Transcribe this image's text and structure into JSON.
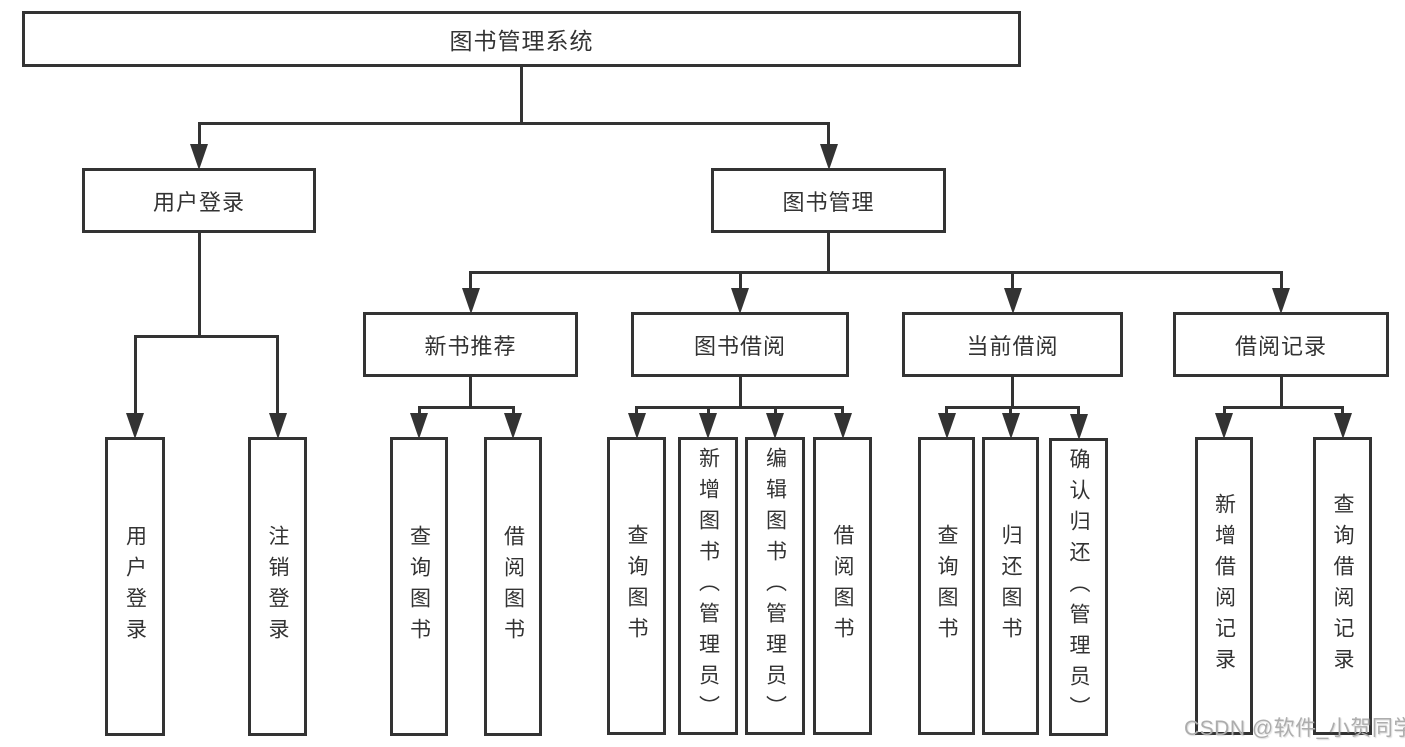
{
  "diagram": {
    "title": "图书管理系统",
    "watermark": "CSDN @软件_小贺同学",
    "colors": {
      "background": "#ffffff",
      "box_fill": "#ffffff",
      "box_border": "#333333",
      "line": "#333333",
      "text": "#333333",
      "watermark": "#adadad"
    },
    "nodes": [
      {
        "id": "root",
        "label": "图书管理系统",
        "shape": "wide",
        "parent": null
      },
      {
        "id": "user-login",
        "label": "用户登录",
        "shape": "wide",
        "parent": "root"
      },
      {
        "id": "book-mgmt",
        "label": "图书管理",
        "shape": "wide",
        "parent": "root"
      },
      {
        "id": "user-login-action",
        "label": "用户登录",
        "shape": "tall",
        "parent": "user-login"
      },
      {
        "id": "logout-action",
        "label": "注销登录",
        "shape": "tall",
        "parent": "user-login"
      },
      {
        "id": "new-book-rec",
        "label": "新书推荐",
        "shape": "wide",
        "parent": "book-mgmt"
      },
      {
        "id": "book-borrow",
        "label": "图书借阅",
        "shape": "wide",
        "parent": "book-mgmt"
      },
      {
        "id": "current-borrow",
        "label": "当前借阅",
        "shape": "wide",
        "parent": "book-mgmt"
      },
      {
        "id": "borrow-records",
        "label": "借阅记录",
        "shape": "wide",
        "parent": "book-mgmt"
      },
      {
        "id": "nbr-query-books",
        "label": "查询图书",
        "shape": "tall",
        "parent": "new-book-rec"
      },
      {
        "id": "nbr-borrow-books",
        "label": "借阅图书",
        "shape": "tall",
        "parent": "new-book-rec"
      },
      {
        "id": "bb-query-books",
        "label": "查询图书",
        "shape": "tall",
        "parent": "book-borrow"
      },
      {
        "id": "bb-add-books",
        "label": "新增图书（管理员）",
        "shape": "tall",
        "parent": "book-borrow"
      },
      {
        "id": "bb-edit-books",
        "label": "编辑图书（管理员）",
        "shape": "tall",
        "parent": "book-borrow"
      },
      {
        "id": "bb-borrow-books",
        "label": "借阅图书",
        "shape": "tall",
        "parent": "book-borrow"
      },
      {
        "id": "cb-query-books",
        "label": "查询图书",
        "shape": "tall",
        "parent": "current-borrow"
      },
      {
        "id": "cb-return-books",
        "label": "归还图书",
        "shape": "tall",
        "parent": "current-borrow"
      },
      {
        "id": "cb-confirm-return",
        "label": "确认归还（管理员）",
        "shape": "tall",
        "parent": "current-borrow"
      },
      {
        "id": "br-add-record",
        "label": "新增借阅记录",
        "shape": "tall",
        "parent": "borrow-records"
      },
      {
        "id": "br-query-record",
        "label": "查询借阅记录",
        "shape": "tall",
        "parent": "borrow-records"
      }
    ]
  }
}
